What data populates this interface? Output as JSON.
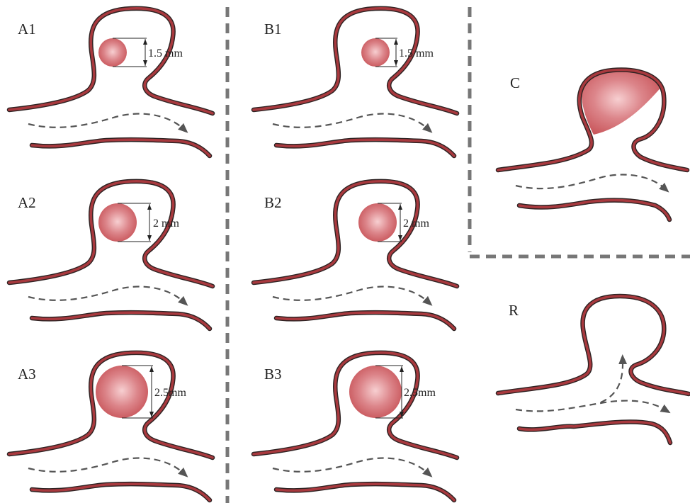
{
  "panels": {
    "A1": {
      "label": "A1",
      "dimension": "1.5 mm"
    },
    "A2": {
      "label": "A2",
      "dimension": "2 mm"
    },
    "A3": {
      "label": "A3",
      "dimension": "2.5mm"
    },
    "B1": {
      "label": "B1",
      "dimension": "1.5 mm"
    },
    "B2": {
      "label": "B2",
      "dimension": "2 mm"
    },
    "B3": {
      "label": "B3",
      "dimension": "2.5mm"
    },
    "C": {
      "label": "C"
    },
    "R": {
      "label": "R"
    }
  },
  "colors": {
    "vessel_wall": "#a8393e",
    "vessel_outline": "#2e2323",
    "sphere": "#c9575c",
    "flow_arrow": "#555555",
    "separator": "#777777"
  }
}
